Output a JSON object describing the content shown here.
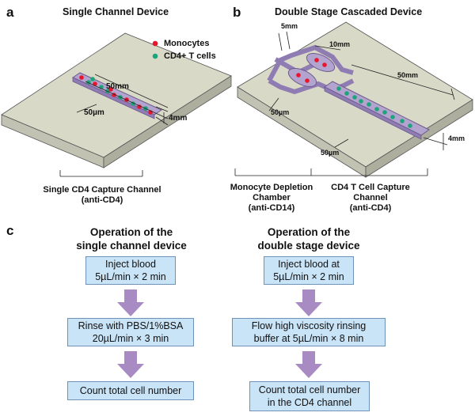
{
  "panel_a": {
    "letter": "a",
    "title": "Single Channel Device",
    "legend": [
      "Monocytes",
      "CD4+ T cells"
    ],
    "dims": {
      "length": "50mm",
      "height": "50µm",
      "width": "4mm"
    },
    "caption": [
      "Single CD4 Capture Channel",
      "(anti-CD4)"
    ]
  },
  "panel_b": {
    "letter": "b",
    "title": "Double Stage Cascaded Device",
    "dims": {
      "d5mm": "5mm",
      "d10mm": "10mm",
      "d50mm": "50mm",
      "d50um_top": "50µm",
      "d50um_bottom": "50µm",
      "d4mm": "4mm"
    },
    "caption_left": [
      "Monocyte Depletion",
      "Chamber",
      "(anti-CD14)"
    ],
    "caption_right": [
      "CD4 T Cell Capture",
      "Channel",
      "(anti-CD4)"
    ]
  },
  "panel_c": {
    "letter": "c",
    "left": {
      "title": [
        "Operation of the",
        "single channel device"
      ],
      "steps": [
        [
          "Inject blood",
          "5µL/min × 2 min"
        ],
        [
          "Rinse with PBS/1%BSA",
          "20µL/min × 3 min"
        ],
        [
          "Count total cell number"
        ]
      ]
    },
    "right": {
      "title": [
        "Operation of the",
        "double stage device"
      ],
      "steps": [
        [
          "Inject blood at",
          "5µL/min × 2 min"
        ],
        [
          "Flow  high viscosity rinsing",
          "buffer at 5µL/min × 8 min"
        ],
        [
          "Count total cell number",
          "in the CD4 channel"
        ]
      ]
    }
  },
  "colors": {
    "slab_top": "#d9d9c8",
    "slab_side": "#b5b5a5",
    "channel": "#b3a3cf",
    "monocyte": "#e8152b",
    "tcell": "#1fa37a",
    "box": "#c9e3f7",
    "arrow": "#a98bc4"
  }
}
